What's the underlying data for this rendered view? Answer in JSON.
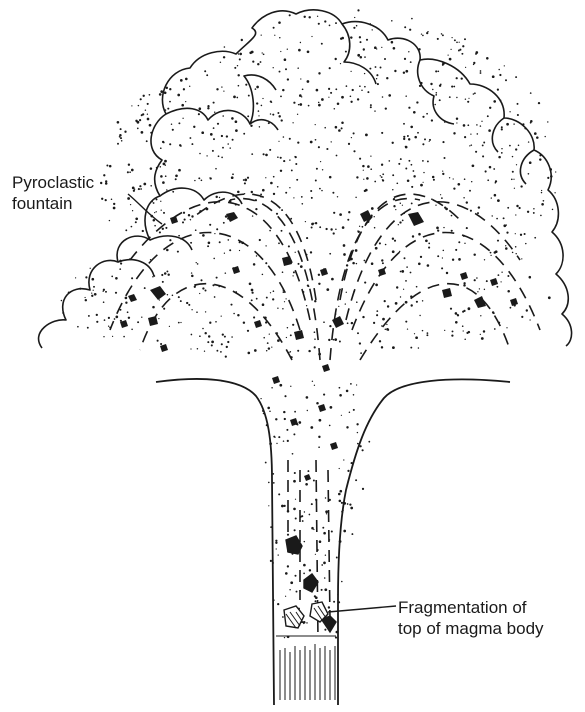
{
  "labels": {
    "pyroclastic": {
      "line1": "Pyroclastic",
      "line2": "fountain"
    },
    "fragmentation": {
      "line1": "Fragmentation of",
      "line2": "top of magma body"
    }
  },
  "colors": {
    "ink": "#1a1a1a",
    "paper": "#ffffff"
  }
}
